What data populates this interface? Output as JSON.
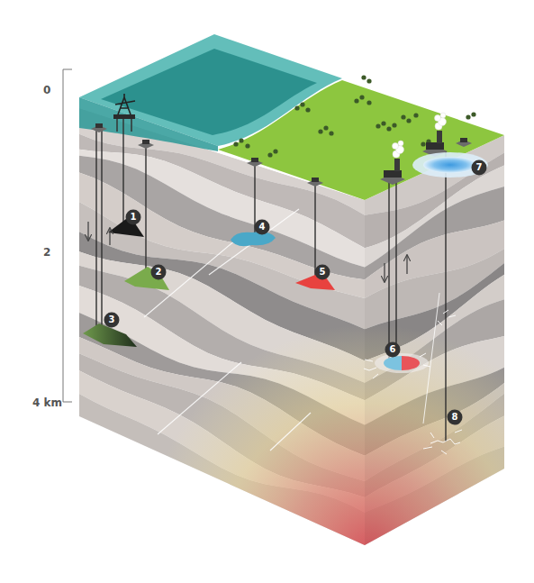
{
  "diagram": {
    "nodes": [
      {
        "text": [
          "1"
        ]
      },
      {
        "text": [
          "2"
        ]
      },
      {
        "text": [
          "3"
        ]
      },
      {
        "text": [
          "4"
        ]
      },
      {
        "text": [
          "5"
        ]
      },
      {
        "text": [
          "6"
        ]
      },
      {
        "text": [
          "7"
        ]
      },
      {
        "text": [
          "8"
        ]
      }
    ],
    "labels": [
      "0",
      "2",
      "4 km"
    ]
  }
}
